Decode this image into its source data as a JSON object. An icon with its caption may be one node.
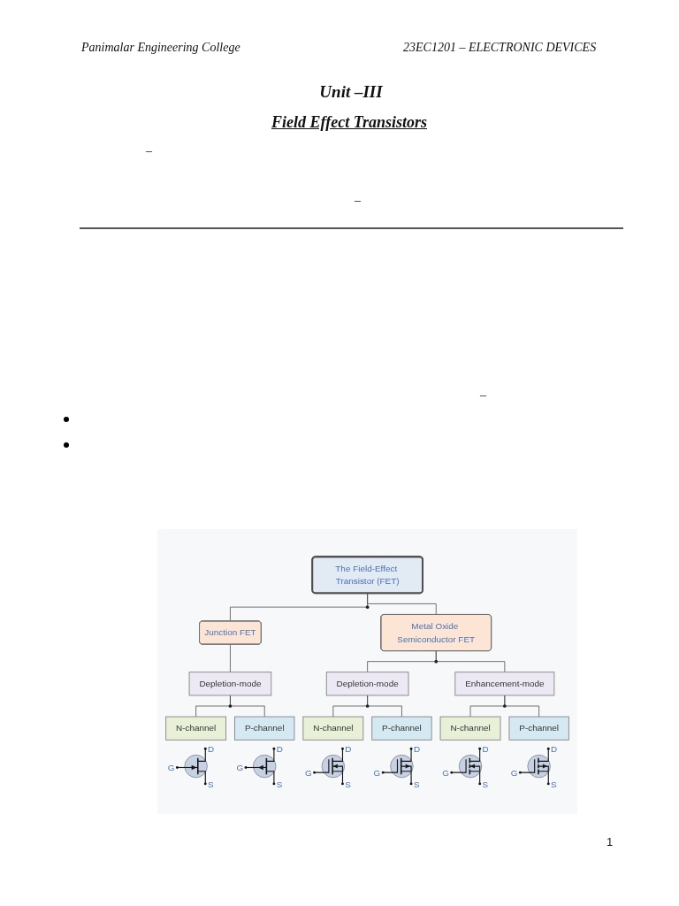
{
  "diagram": {
    "title": "Field Effect Transistors",
    "nodes": [
      {
        "text": [
          "The Field-Effect Transistor (FET)"
        ]
      },
      {
        "text": [
          "Junction FET"
        ]
      },
      {
        "text": [
          "Metal Oxide Semiconductor FET"
        ]
      },
      {
        "text": [
          "Depletion-mode"
        ]
      },
      {
        "text": [
          "Depletion-mode"
        ]
      },
      {
        "text": [
          "Enhancement-mode"
        ]
      },
      {
        "text": [
          "N-channel"
        ]
      },
      {
        "text": [
          "P-channel"
        ]
      },
      {
        "text": [
          "N-channel"
        ]
      },
      {
        "text": [
          "P-channel"
        ]
      },
      {
        "text": [
          "N-channel"
        ]
      },
      {
        "text": [
          "P-channel"
        ]
      }
    ],
    "edges": [
      {
        "from": 0,
        "to": 1,
        "arrow": "none"
      },
      {
        "from": 0,
        "to": 2,
        "arrow": "none"
      },
      {
        "from": 1,
        "to": 3,
        "arrow": "none"
      },
      {
        "from": 2,
        "to": 4,
        "arrow": "none"
      },
      {
        "from": 2,
        "to": 5,
        "arrow": "none"
      },
      {
        "from": 3,
        "to": 6,
        "arrow": "none"
      },
      {
        "from": 3,
        "to": 7,
        "arrow": "none"
      },
      {
        "from": 4,
        "to": 8,
        "arrow": "none"
      },
      {
        "from": 4,
        "to": 9,
        "arrow": "none"
      },
      {
        "from": 5,
        "to": 10,
        "arrow": "none"
      },
      {
        "from": 5,
        "to": 11,
        "arrow": "none"
      }
    ],
    "labels": [
      "Panimalar Engineering College",
      "23EC1201 – ELECTRONIC DEVICES",
      "Unit –III",
      "–",
      "–",
      "–",
      "D",
      "G",
      "S",
      "D",
      "G",
      "S",
      "D",
      "G",
      "S",
      "D",
      "G",
      "S",
      "D",
      "G",
      "S",
      "D",
      "G",
      "S",
      "1"
    ]
  }
}
